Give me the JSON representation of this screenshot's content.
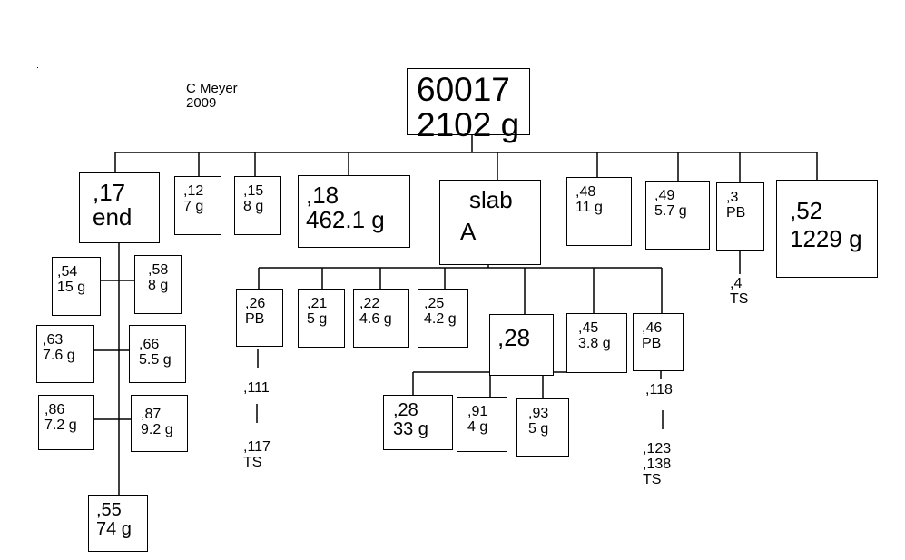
{
  "author": [
    "C Meyer",
    "2009"
  ],
  "root": [
    "60017",
    "2102 g"
  ],
  "level1": {
    "n17": [
      ",17",
      "end"
    ],
    "n12": [
      ",12",
      "7 g"
    ],
    "n15": [
      ",15",
      "8 g"
    ],
    "n18": [
      ",18",
      "462.1 g"
    ],
    "slab": [
      "slab",
      "A"
    ],
    "n48": [
      ",48",
      "11 g"
    ],
    "n49": [
      ",49",
      "5.7 g"
    ],
    "n3": [
      ",3",
      "PB"
    ],
    "n52": [
      ",52",
      "1229 g"
    ]
  },
  "n3_child": [
    ",4",
    "TS"
  ],
  "end_children": {
    "n54": [
      ",54",
      "15 g"
    ],
    "n58": [
      ",58",
      "8 g"
    ],
    "n63": [
      ",63",
      "7.6 g"
    ],
    "n66": [
      ",66",
      "5.5 g"
    ],
    "n86": [
      ",86",
      "7.2 g"
    ],
    "n87": [
      ",87",
      "9.2 g"
    ],
    "n55": [
      ",55",
      "74 g"
    ]
  },
  "slab_children": {
    "n26": [
      ",26",
      "PB"
    ],
    "n21": [
      ",21",
      "5 g"
    ],
    "n22": [
      ",22",
      "4.6 g"
    ],
    "n25": [
      ",25",
      "4.2 g"
    ],
    "n28": [
      ",28"
    ],
    "n45": [
      ",45",
      "3.8 g"
    ],
    "n46": [
      ",46",
      "PB"
    ]
  },
  "n26_chain": [
    ",111",
    ",117",
    "TS"
  ],
  "n46_chain": [
    ",118",
    ",123",
    ",138",
    "TS"
  ],
  "n28_children": {
    "a": [
      ",28",
      "33 g"
    ],
    "b": [
      ",91",
      "4 g"
    ],
    "c": [
      ",93",
      "5 g"
    ]
  }
}
